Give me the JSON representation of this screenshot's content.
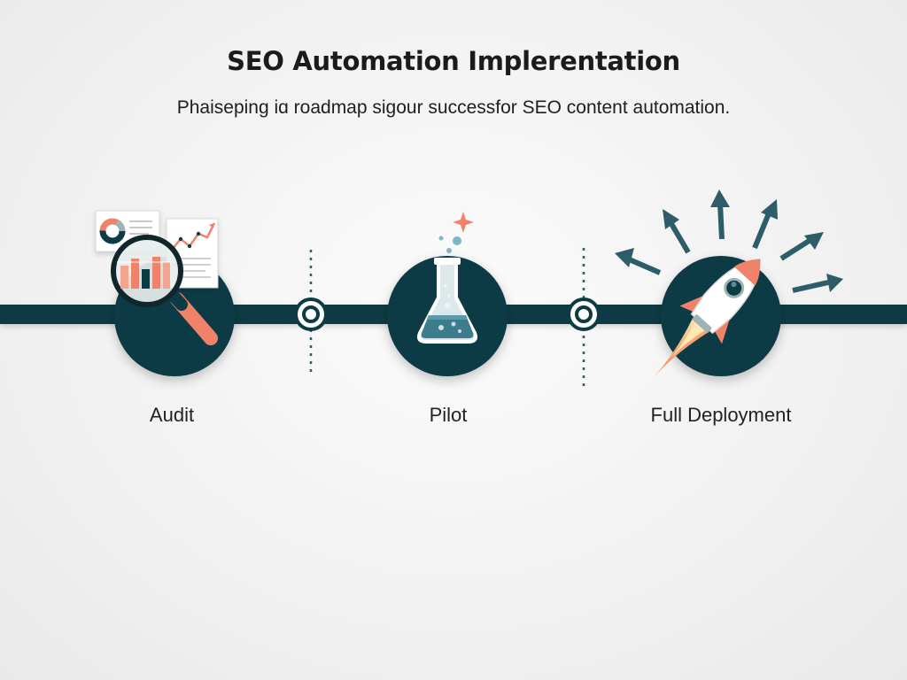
{
  "header": {
    "title": "SEO Automation Implerentation",
    "subtitle": "Phaiseping iɑ roadmap sigour successfor SEO content automation."
  },
  "phases": [
    {
      "label": "Audit",
      "icon": "magnifier-report-icon"
    },
    {
      "label": "Pilot",
      "icon": "flask-icon"
    },
    {
      "label": "Full Deployment",
      "icon": "rocket-icon"
    }
  ],
  "colors": {
    "primary": "#0d3b44",
    "accent": "#f0826a",
    "ink": "#1b1b1b",
    "background": "#f2f2f2"
  }
}
